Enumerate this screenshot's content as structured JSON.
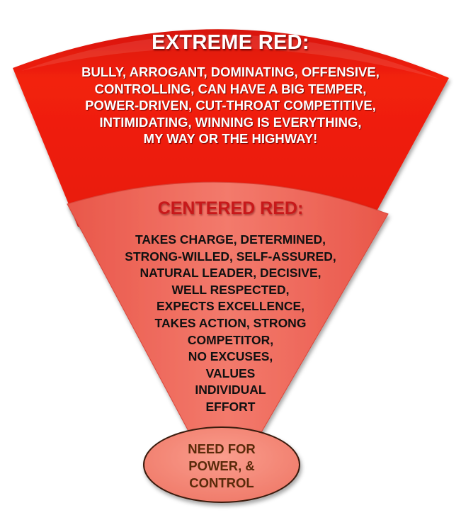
{
  "extreme": {
    "title": "EXTREME RED:",
    "lines": [
      "BULLY, ARROGANT, DOMINATING, OFFENSIVE,",
      "CONTROLLING, CAN HAVE A BIG TEMPER,",
      "POWER-DRIVEN, CUT-THROAT COMPETITIVE,",
      "INTIMIDATING, WINNING IS EVERYTHING,",
      "MY WAY OR THE HIGHWAY!"
    ]
  },
  "centered": {
    "title": "CENTERED RED:",
    "lines": [
      "TAKES CHARGE, DETERMINED,",
      "STRONG-WILLED, SELF-ASSURED,",
      "NATURAL LEADER, DECISIVE,",
      "WELL RESPECTED,",
      "EXPECTS EXCELLENCE,",
      "TAKES ACTION, STRONG",
      "COMPETITOR,",
      "NO EXCUSES,",
      "VALUES",
      "INDIVIDUAL",
      "EFFORT"
    ]
  },
  "core": {
    "lines": [
      "NEED FOR",
      "POWER, &",
      "CONTROL"
    ]
  },
  "colors": {
    "extreme_fill": "#ee1c0c",
    "centered_fill": "#f06a5c",
    "core_fill": "#f58a7a",
    "centered_title": "#c8181a",
    "core_text": "#5a2a0a"
  }
}
